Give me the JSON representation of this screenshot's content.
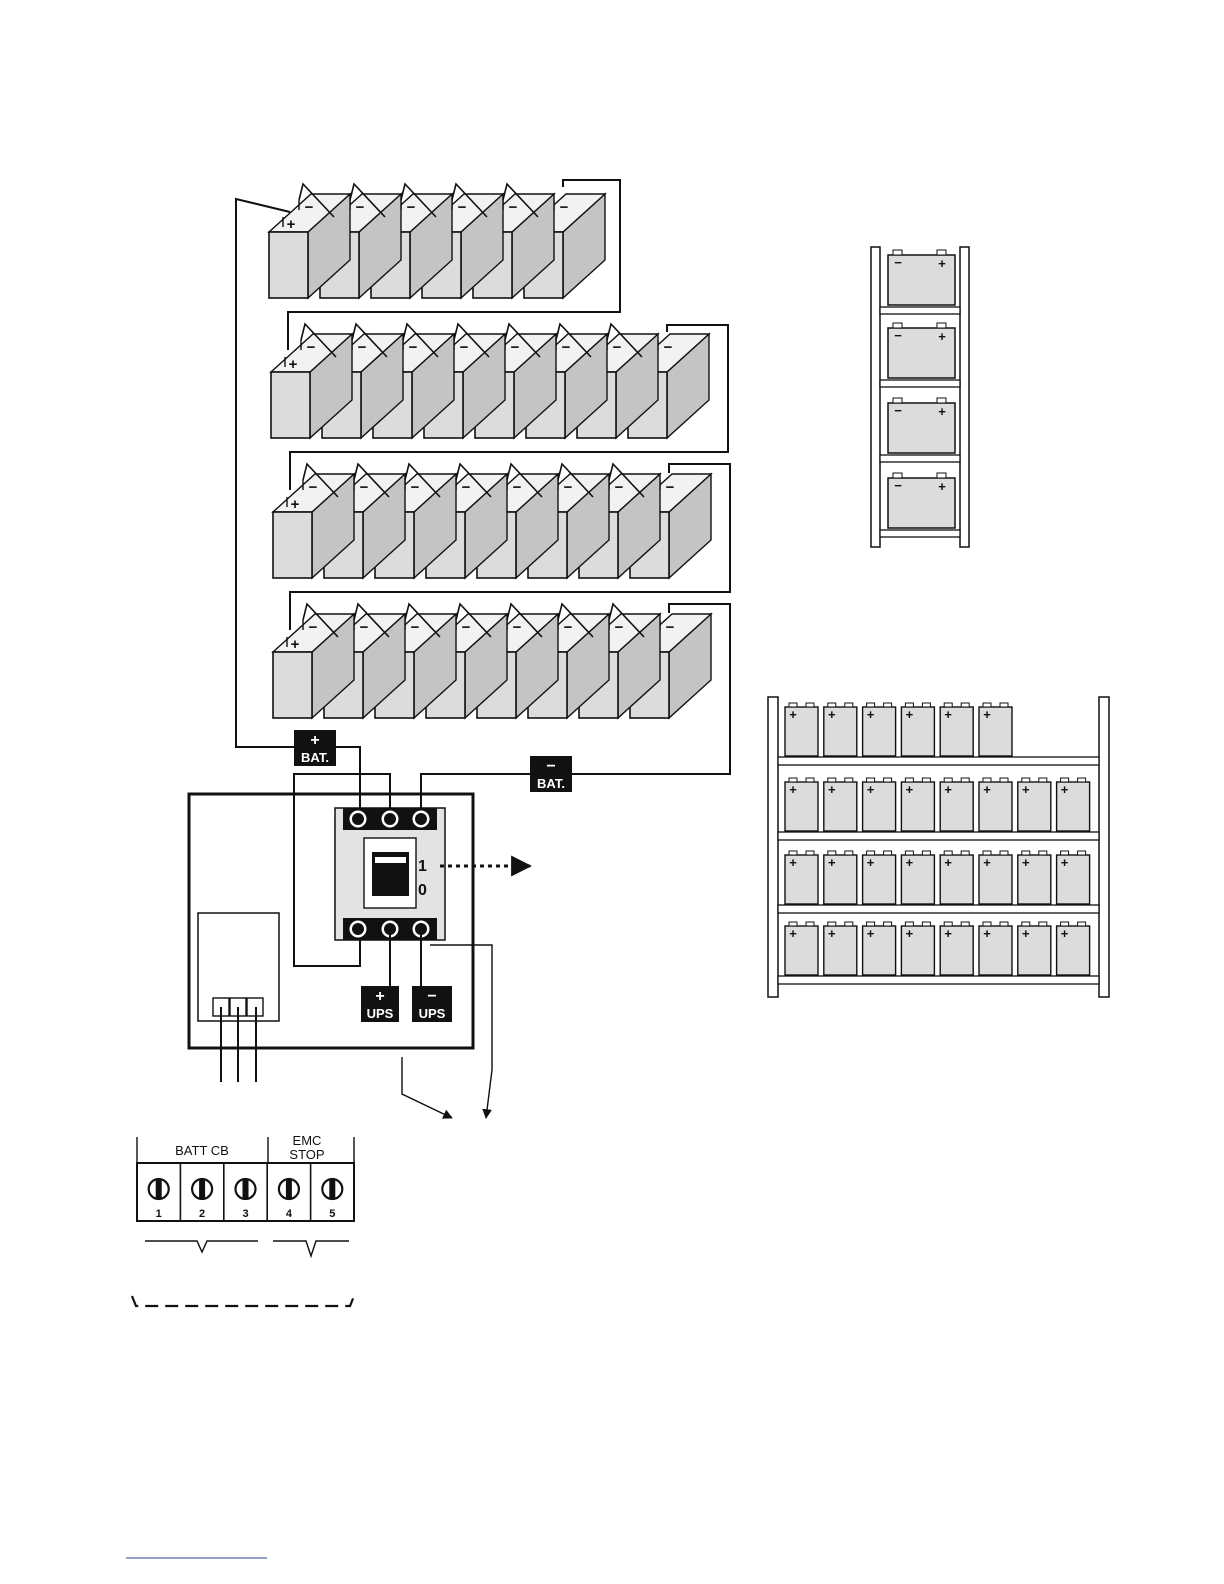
{
  "labels": {
    "bat_plus_sign": "+",
    "bat_plus_text": "BAT.",
    "bat_minus_sign": "−",
    "bat_minus_text": "BAT.",
    "ups_plus_sign": "+",
    "ups_plus_text": "UPS",
    "ups_minus_sign": "−",
    "ups_minus_text": "UPS",
    "switch_on": "1",
    "switch_off": "0"
  },
  "terminal_block": {
    "group_batt_cb": "BATT  CB",
    "group_emc_line1": "EMC",
    "group_emc_line2": "STOP",
    "numbers": [
      "1",
      "2",
      "3",
      "4",
      "5"
    ]
  },
  "battery_signs": {
    "positive": "+",
    "negative": "−"
  }
}
